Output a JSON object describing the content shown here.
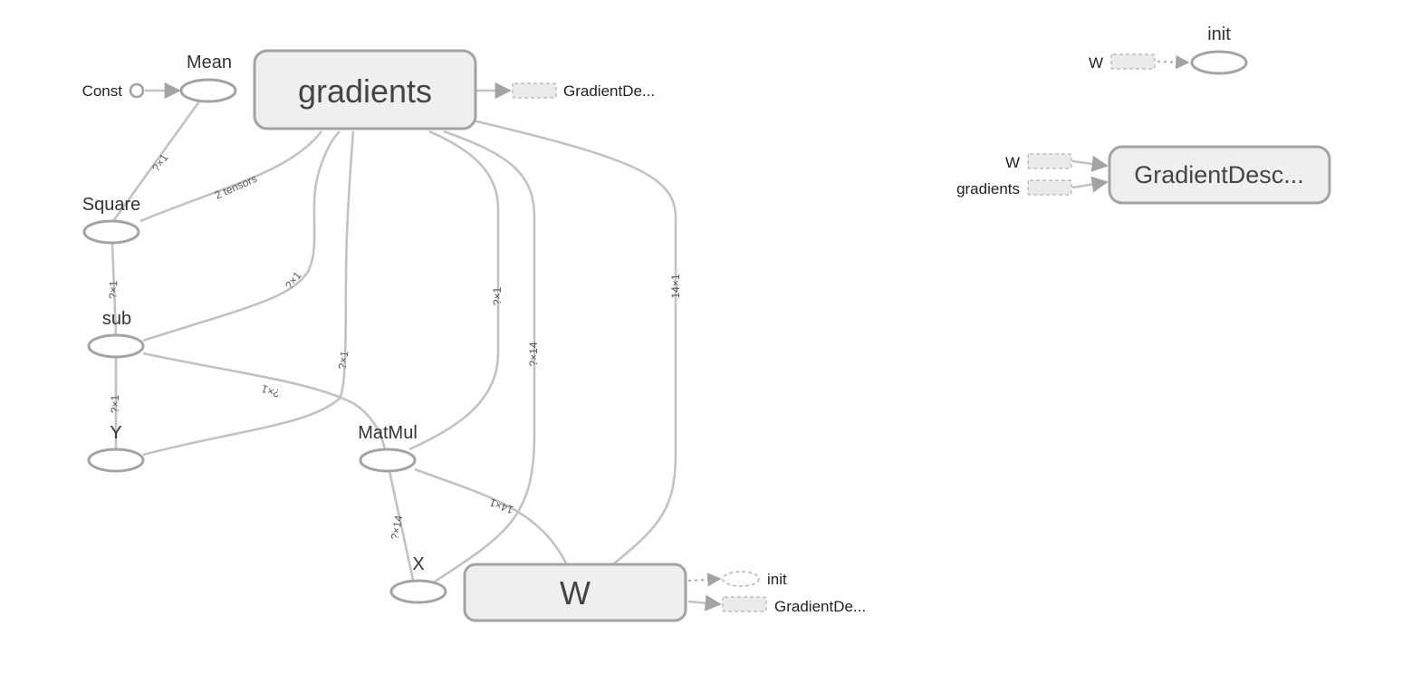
{
  "nodes": {
    "gradients": "gradients",
    "mean": "Mean",
    "const": "Const",
    "square": "Square",
    "sub": "sub",
    "y": "Y",
    "matmul": "MatMul",
    "x": "X",
    "w": "W",
    "init": "init",
    "gradient_desc": "GradientDesc..."
  },
  "stubs": {
    "gradients_out": "GradientDe...",
    "w_init_out": "init",
    "w_gd_out": "GradientDe...",
    "init_in_w": "W",
    "gd_in_w": "W",
    "gd_in_gradients": "gradients"
  },
  "edge_labels": {
    "mean_square": "?×1",
    "square_gradients": "2 tensors",
    "square_sub": "?×1",
    "sub_gradients": "?×1",
    "sub_y": "?×1",
    "sub_matmul": "?×1",
    "y_gradients": "?×1",
    "matmul_gradients": "?×1",
    "matmul_w": "14×1",
    "matmul_x": "?×14",
    "x_gradients": "?×14",
    "w_gradients": "14×1"
  },
  "colors": {
    "edge": "#c2c2c2",
    "node_stroke": "#a3a3a3",
    "meta_fill": "#efefef",
    "text": "#333333"
  }
}
